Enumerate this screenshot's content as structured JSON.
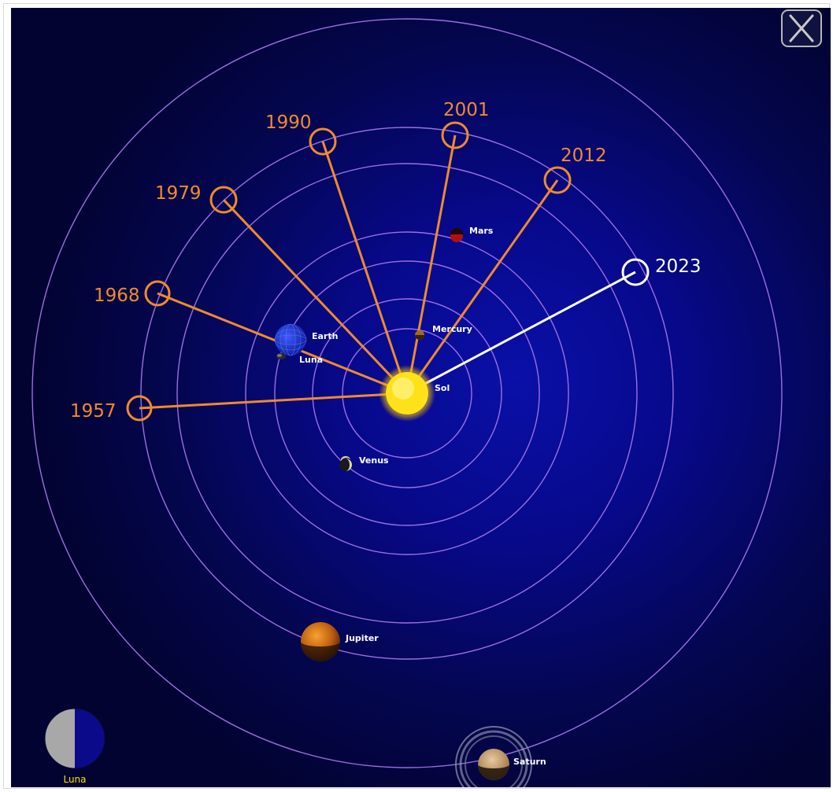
{
  "close_button": {
    "icon": "close-icon"
  },
  "sun": {
    "label": "Sol",
    "color": "#ffe600"
  },
  "planets": [
    {
      "name": "Mercury",
      "label": "Mercury",
      "color": "#b07a2a"
    },
    {
      "name": "Venus",
      "label": "Venus",
      "color": "#d8cf9a"
    },
    {
      "name": "Earth",
      "label": "Earth",
      "color": "#1d2fd6"
    },
    {
      "name": "Luna",
      "label": "Luna",
      "color": "#888888"
    },
    {
      "name": "Mars",
      "label": "Mars",
      "color": "#b01010"
    },
    {
      "name": "Jupiter",
      "label": "Jupiter",
      "color": "#c86a12"
    },
    {
      "name": "Saturn",
      "label": "Saturn",
      "color": "#c8a070"
    }
  ],
  "year_markers": [
    {
      "year": "1957",
      "color": "#f08a2e"
    },
    {
      "year": "1968",
      "color": "#f08a2e"
    },
    {
      "year": "1979",
      "color": "#f08a2e"
    },
    {
      "year": "1990",
      "color": "#f08a2e"
    },
    {
      "year": "2001",
      "color": "#f08a2e"
    },
    {
      "year": "2012",
      "color": "#f08a2e"
    },
    {
      "year": "2023",
      "color": "#ffffff"
    }
  ],
  "orbit_color": "#9b6fe0",
  "moon_phase": {
    "label": "Luna",
    "label_color": "#ffe000",
    "lit_color": "#a8a8a8",
    "dark_color": "#0a0a8a"
  }
}
